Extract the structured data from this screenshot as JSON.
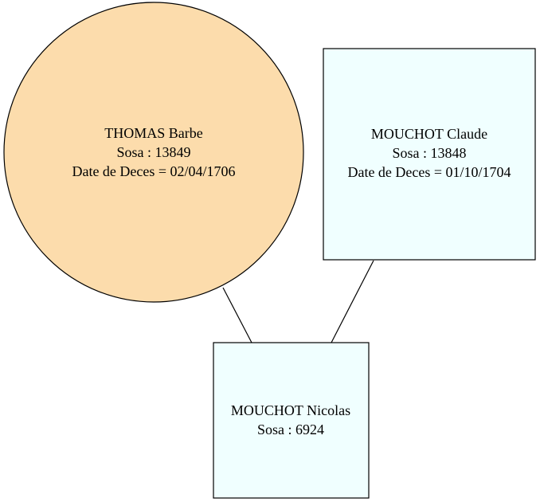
{
  "colors": {
    "female_fill": "#fcdcac",
    "male_fill": "#f0ffff",
    "stroke": "#000000",
    "background": "#ffffff"
  },
  "nodes": {
    "thomas_barbe": {
      "name": "THOMAS Barbe",
      "sosa": "Sosa : 13849",
      "death": "Date de Deces = 02/04/1706",
      "shape": "circle"
    },
    "mouchot_claude": {
      "name": "MOUCHOT Claude",
      "sosa": "Sosa : 13848",
      "death": "Date de Deces = 01/10/1704",
      "shape": "box"
    },
    "mouchot_nicolas": {
      "name": "MOUCHOT Nicolas",
      "sosa": "Sosa : 6924",
      "shape": "box"
    }
  },
  "edges": [
    {
      "from": "thomas_barbe",
      "to": "mouchot_nicolas"
    },
    {
      "from": "mouchot_claude",
      "to": "mouchot_nicolas"
    }
  ]
}
